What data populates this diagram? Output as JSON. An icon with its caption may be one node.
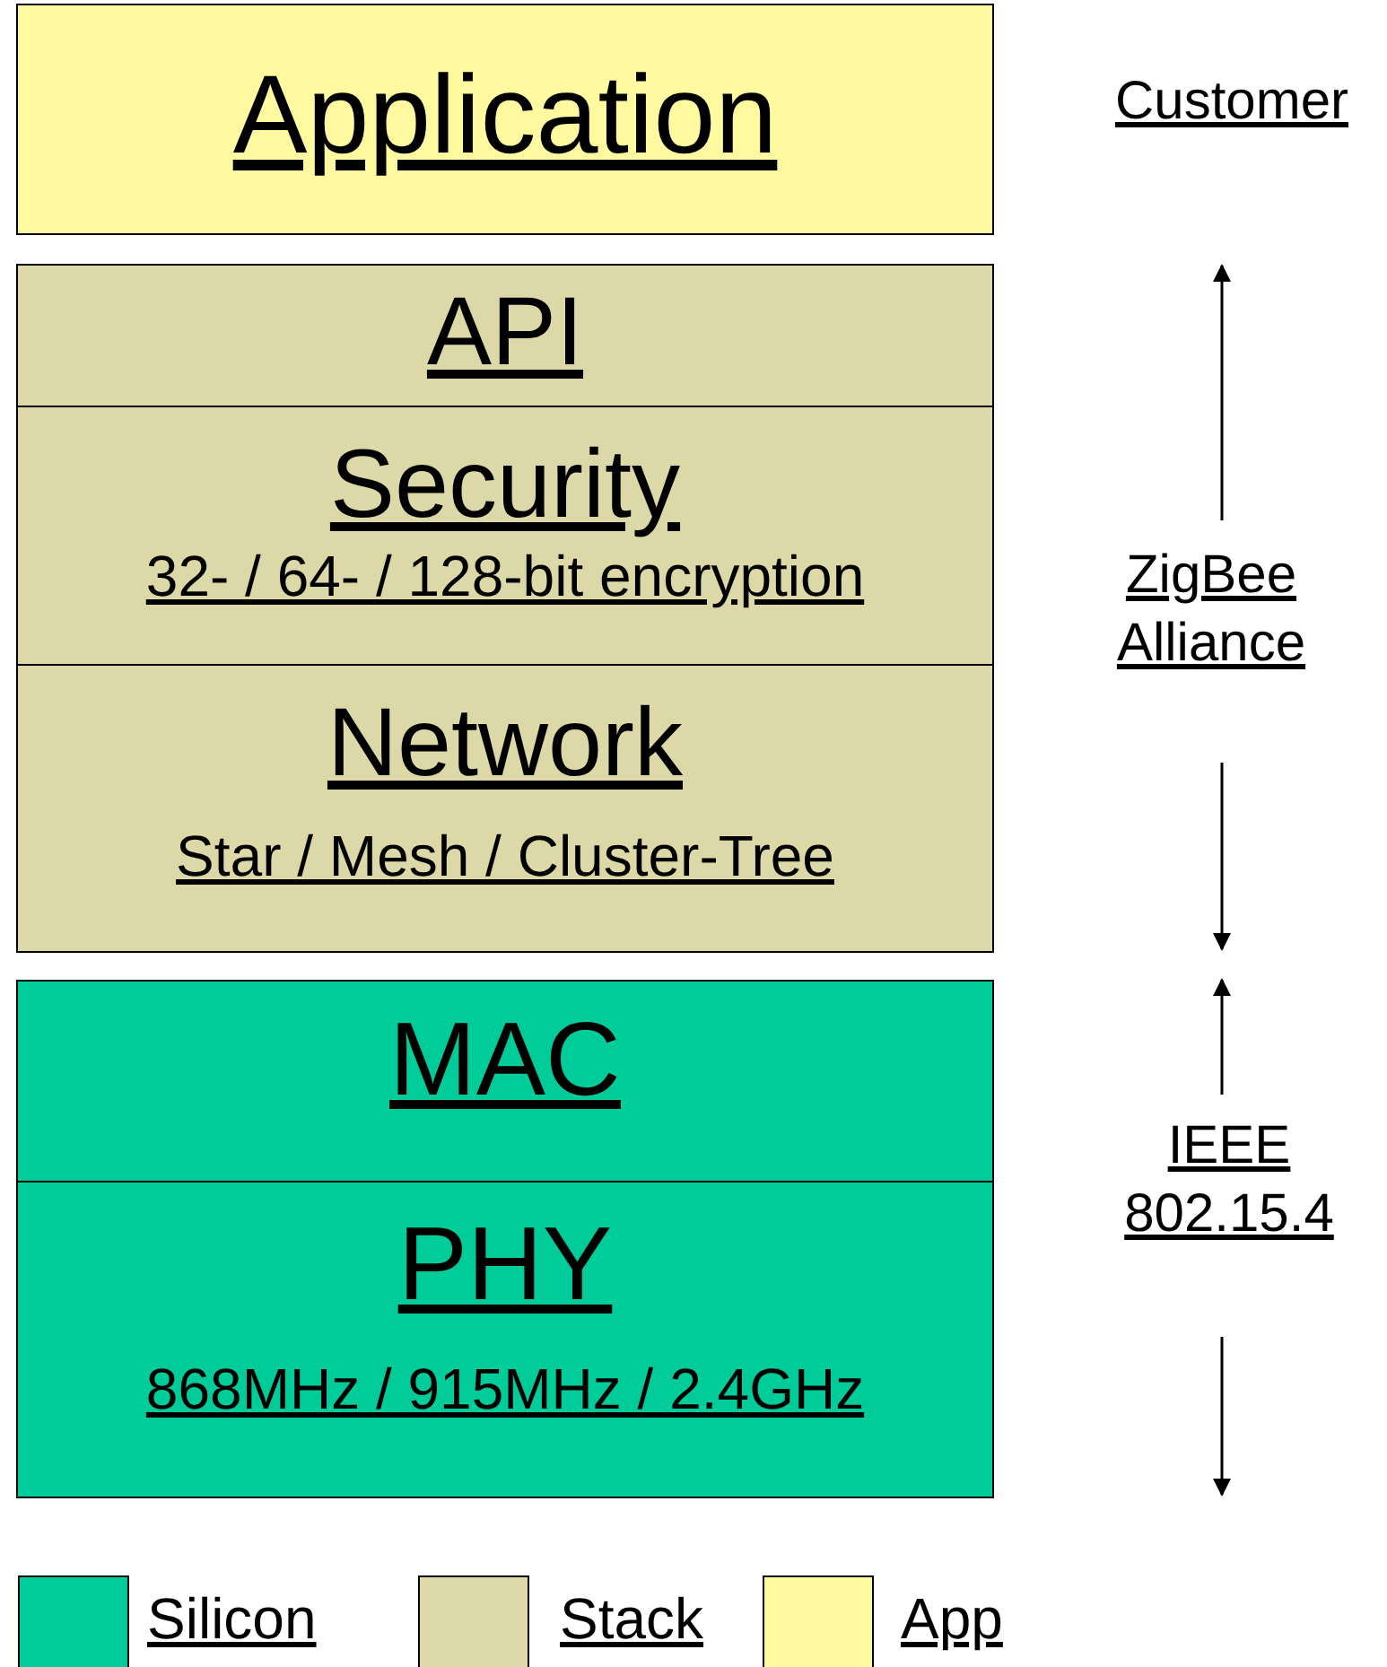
{
  "diagram": {
    "nodes": [
      {
        "text": [
          "Application"
        ]
      },
      {
        "text": [
          "API"
        ]
      },
      {
        "text": [
          "Security",
          "32- / 64- / 128-bit encryption"
        ]
      },
      {
        "text": [
          "Network",
          "Star / Mesh / Cluster-Tree"
        ]
      },
      {
        "text": [
          "MAC"
        ]
      },
      {
        "text": [
          "PHY",
          "868MHz / 915MHz / 2.4GHz"
        ]
      }
    ],
    "edges": [],
    "labels": [
      "Customer",
      "ZigBee Alliance",
      "IEEE 802.15.4"
    ],
    "legend": [
      {
        "text": "Silicon",
        "color": "#00cc99"
      },
      {
        "text": "Stack",
        "color": "#ddd8a8"
      },
      {
        "text": "App",
        "color": "#fffaa0"
      }
    ]
  }
}
